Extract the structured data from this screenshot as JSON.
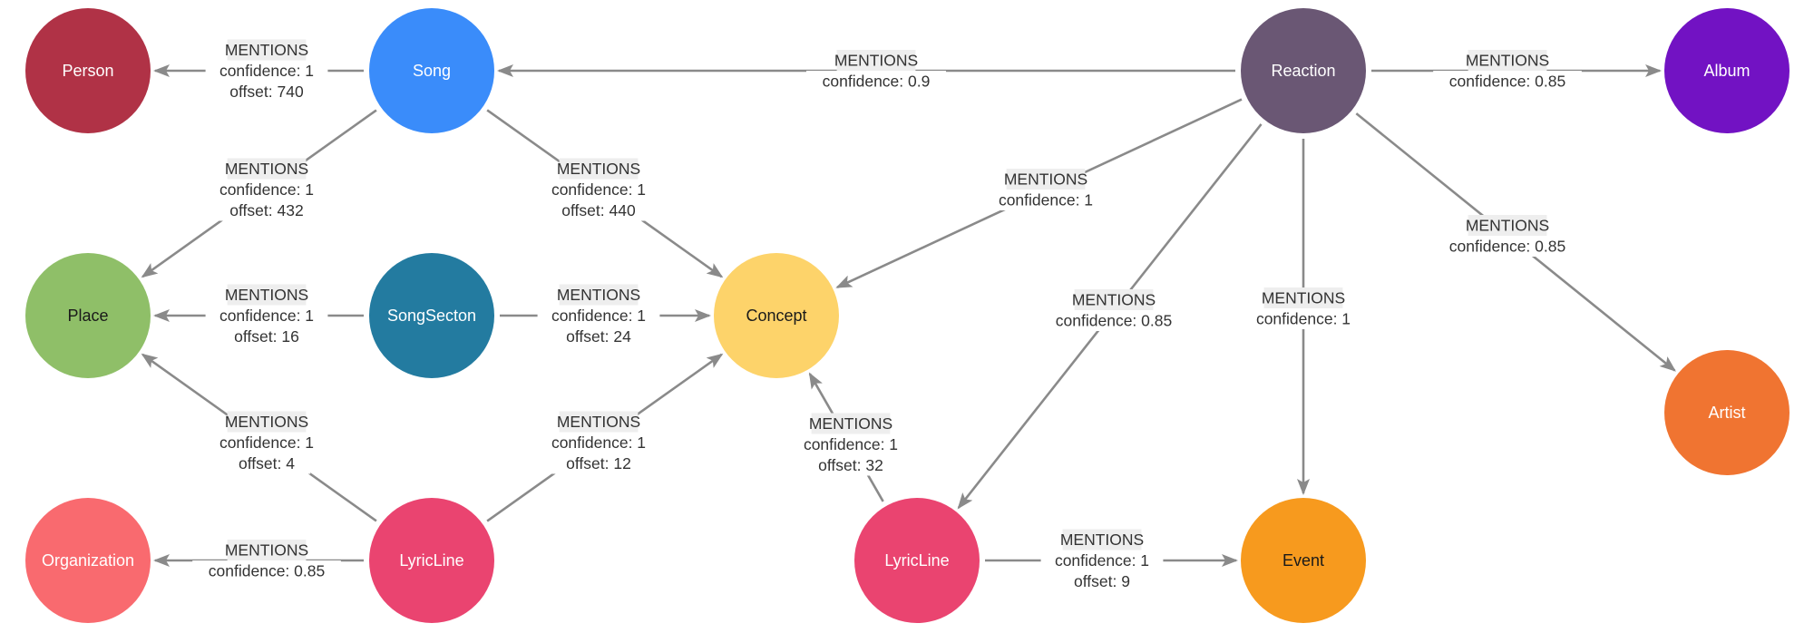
{
  "nodes": [
    {
      "id": "person",
      "label": "Person",
      "color": "#b03246",
      "text_color": "#ffffff"
    },
    {
      "id": "song",
      "label": "Song",
      "color": "#3a8cfa",
      "text_color": "#ffffff"
    },
    {
      "id": "reaction",
      "label": "Reaction",
      "color": "#6a5774",
      "text_color": "#ffffff"
    },
    {
      "id": "album",
      "label": "Album",
      "color": "#7212c3",
      "text_color": "#ffffff"
    },
    {
      "id": "place",
      "label": "Place",
      "color": "#8fbf68",
      "text_color": "#1a1a1a"
    },
    {
      "id": "songsecton",
      "label": "SongSecton",
      "color": "#237ba0",
      "text_color": "#ffffff"
    },
    {
      "id": "concept",
      "label": "Concept",
      "color": "#fdd36a",
      "text_color": "#1a1a1a"
    },
    {
      "id": "artist",
      "label": "Artist",
      "color": "#f07431",
      "text_color": "#ffffff"
    },
    {
      "id": "organization",
      "label": "Organization",
      "color": "#f96a6f",
      "text_color": "#ffffff"
    },
    {
      "id": "lyricline1",
      "label": "LyricLine",
      "color": "#ea4470",
      "text_color": "#ffffff"
    },
    {
      "id": "lyricline2",
      "label": "LyricLine",
      "color": "#ea4470",
      "text_color": "#ffffff"
    },
    {
      "id": "event",
      "label": "Event",
      "color": "#f79a1e",
      "text_color": "#1a1a1a"
    }
  ],
  "edges": [
    {
      "id": "e1",
      "from": "song",
      "to": "person",
      "lines": [
        "MENTIONS",
        "confidence: 1",
        "offset: 740"
      ]
    },
    {
      "id": "e2",
      "from": "reaction",
      "to": "song",
      "lines": [
        "MENTIONS",
        "confidence: 0.9"
      ]
    },
    {
      "id": "e3",
      "from": "reaction",
      "to": "album",
      "lines": [
        "MENTIONS",
        "confidence: 0.85"
      ]
    },
    {
      "id": "e4",
      "from": "song",
      "to": "place",
      "lines": [
        "MENTIONS",
        "confidence: 1",
        "offset: 432"
      ]
    },
    {
      "id": "e5",
      "from": "song",
      "to": "concept",
      "lines": [
        "MENTIONS",
        "confidence: 1",
        "offset: 440"
      ]
    },
    {
      "id": "e6",
      "from": "reaction",
      "to": "concept",
      "lines": [
        "MENTIONS",
        "confidence: 1"
      ]
    },
    {
      "id": "e7",
      "from": "reaction",
      "to": "artist",
      "lines": [
        "MENTIONS",
        "confidence: 0.85"
      ]
    },
    {
      "id": "e8",
      "from": "songsecton",
      "to": "place",
      "lines": [
        "MENTIONS",
        "confidence: 1",
        "offset: 16"
      ]
    },
    {
      "id": "e9",
      "from": "songsecton",
      "to": "concept",
      "lines": [
        "MENTIONS",
        "confidence: 1",
        "offset: 24"
      ]
    },
    {
      "id": "e10",
      "from": "reaction",
      "to": "lyricline2",
      "lines": [
        "MENTIONS",
        "confidence: 0.85"
      ]
    },
    {
      "id": "e11",
      "from": "reaction",
      "to": "event",
      "lines": [
        "MENTIONS",
        "confidence: 1"
      ]
    },
    {
      "id": "e12",
      "from": "lyricline1",
      "to": "place",
      "lines": [
        "MENTIONS",
        "confidence: 1",
        "offset: 4"
      ]
    },
    {
      "id": "e13",
      "from": "lyricline1",
      "to": "concept",
      "lines": [
        "MENTIONS",
        "confidence: 1",
        "offset: 12"
      ]
    },
    {
      "id": "e14",
      "from": "lyricline2",
      "to": "concept",
      "lines": [
        "MENTIONS",
        "confidence: 1",
        "offset: 32"
      ]
    },
    {
      "id": "e15",
      "from": "lyricline1",
      "to": "organization",
      "lines": [
        "MENTIONS",
        "confidence: 0.85"
      ]
    },
    {
      "id": "e16",
      "from": "lyricline2",
      "to": "event",
      "lines": [
        "MENTIONS",
        "confidence: 1",
        "offset: 9"
      ]
    }
  ],
  "colors": {
    "edge": "#8a8a8a",
    "label_text": "#333333",
    "label_type_bg": "#eeeeee",
    "background": "#ffffff"
  }
}
